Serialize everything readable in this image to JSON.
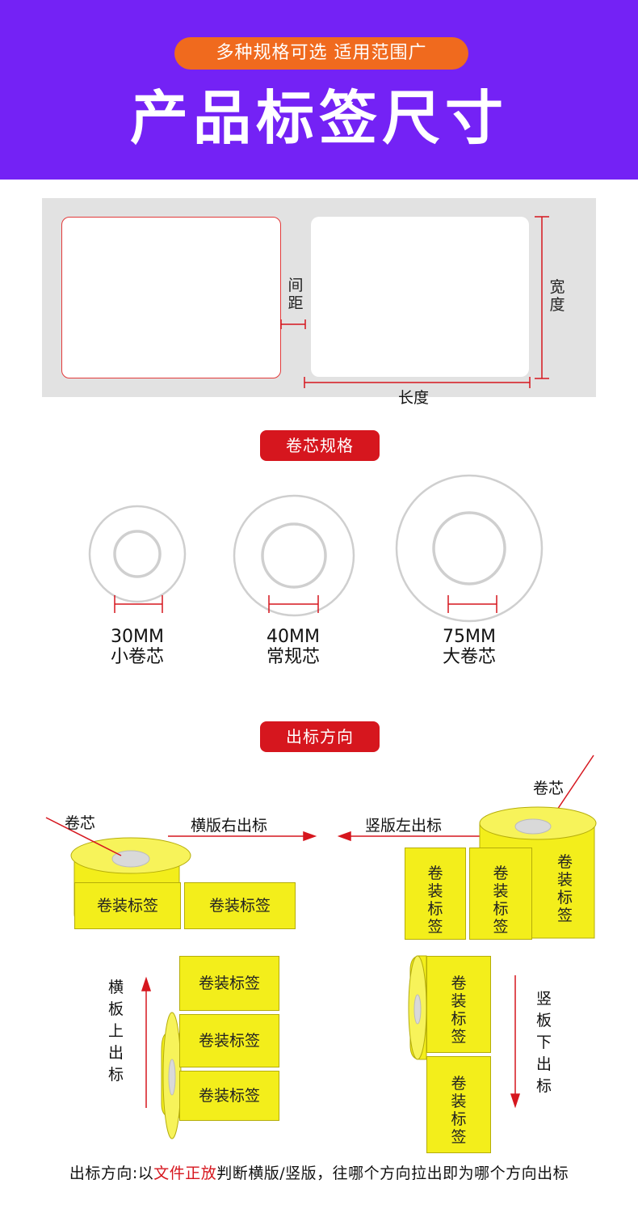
{
  "header": {
    "pill": "多种规格可选 适用范围广",
    "title": "产品标签尺寸"
  },
  "sheet": {
    "gap_label": "间距",
    "width_label": "宽度",
    "length_label": "长度"
  },
  "cores": {
    "tag": "卷芯规格",
    "items": [
      {
        "size": "30MM",
        "name": "小卷芯"
      },
      {
        "size": "40MM",
        "name": "常规芯"
      },
      {
        "size": "75MM",
        "name": "大卷芯"
      }
    ]
  },
  "direction": {
    "tag": "出标方向",
    "core_label": "卷芯",
    "horizontal_right": "横版右出标",
    "vertical_left": "竖版左出标",
    "horizontal_up": "横板上出标",
    "vertical_down": "竖板下出标",
    "label_text": "卷装标签"
  },
  "footer": {
    "part1": "出标方向:以",
    "highlight": "文件正放",
    "part2": "判断横版/竖版，往哪个方向拉出即为哪个方向出标"
  },
  "colors": {
    "header_bg": "#7422f5",
    "pill_bg": "#f06a1e",
    "tag_bg": "#d6161e",
    "label_yellow": "#f3ee1b",
    "measure_red": "#d6161e"
  }
}
